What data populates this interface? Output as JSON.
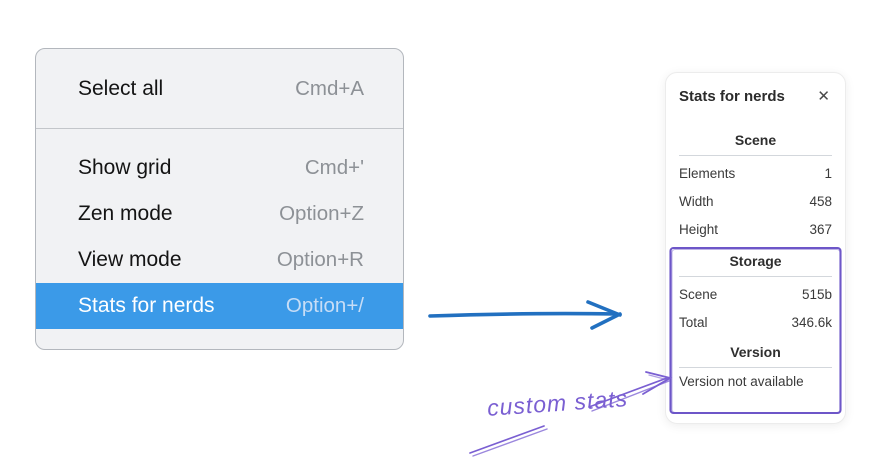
{
  "menu": {
    "items": [
      {
        "label": "Select all",
        "shortcut": "Cmd+A"
      },
      {
        "label": "Show grid",
        "shortcut": "Cmd+'"
      },
      {
        "label": "Zen mode",
        "shortcut": "Option+Z"
      },
      {
        "label": "View mode",
        "shortcut": "Option+R"
      },
      {
        "label": "Stats for nerds",
        "shortcut": "Option+/"
      }
    ],
    "selected_item": "Stats for nerds"
  },
  "stats_panel": {
    "title": "Stats for nerds",
    "scene": {
      "heading": "Scene",
      "rows": [
        {
          "label": "Elements",
          "value": "1"
        },
        {
          "label": "Width",
          "value": "458"
        },
        {
          "label": "Height",
          "value": "367"
        }
      ]
    },
    "storage": {
      "heading": "Storage",
      "rows": [
        {
          "label": "Scene",
          "value": "515b"
        },
        {
          "label": "Total",
          "value": "346.6k"
        }
      ]
    },
    "version": {
      "heading": "Version",
      "message": "Version not available"
    }
  },
  "annotation": {
    "text": "custom stats"
  },
  "icons": {
    "close": "✕"
  },
  "colors": {
    "menu_highlight": "#3b9ae8",
    "arrow_blue": "#2270c0",
    "annotation_purple": "#7a5fd2"
  }
}
